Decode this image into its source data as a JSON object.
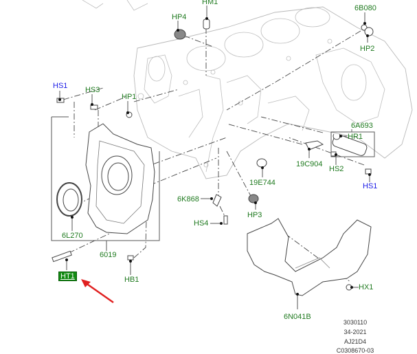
{
  "diagram": {
    "title": "Engine cylinder block exploded view",
    "highlight_color": "#128a12",
    "label_color": "#1f7a1f",
    "alt_label_color": "#1a1ae6",
    "arrow_color": "#e02020",
    "labels": {
      "hm1": "HM1",
      "hp4": "HP4",
      "b6b080": "6B080",
      "hp2": "HP2",
      "hs1_left": "HS1",
      "hs3": "HS3",
      "hp1": "HP1",
      "a6a693": "6A693",
      "hr1": "HR1",
      "c19c904": "19C904",
      "hs2": "HS2",
      "hs1_right": "HS1",
      "e19e744": "19E744",
      "k6k868": "6K868",
      "hp3": "HP3",
      "hs4": "HS4",
      "l6l270": "6L270",
      "p6019": "6019",
      "ht1": "HT1",
      "hb1": "HB1",
      "hx1": "HX1",
      "n6n041b": "6N041B"
    },
    "selected_label": "HT1",
    "footer": {
      "line1": "3030110",
      "line2": "34-2021",
      "line3": "AJ21D4",
      "line4": "C0308670-03"
    }
  }
}
